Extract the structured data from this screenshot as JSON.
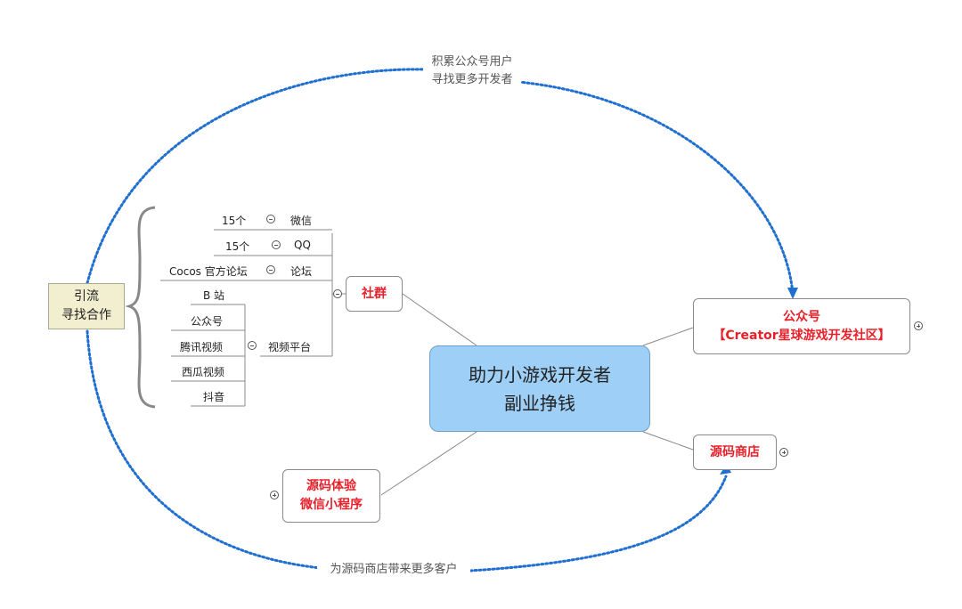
{
  "central": {
    "line1": "助力小游戏开发者",
    "line2": "副业挣钱"
  },
  "nodes": {
    "shequn": "社群",
    "gongzhonghao_line1": "公众号",
    "gongzhonghao_line2": "【Creator星球游戏开发社区】",
    "yuanma_shangdian": "源码商店",
    "yuanma_tiyan_line1": "源码体验",
    "yuanma_tiyan_line2": "微信小程序",
    "yinliu_line1": "引流",
    "yinliu_line2": "寻找合作"
  },
  "branches": {
    "weixin": "微信",
    "weixin_count": "15个",
    "qq": "QQ",
    "qq_count": "15个",
    "luntan": "论坛",
    "luntan_detail": "Cocos 官方论坛",
    "shipin": "视频平台",
    "bilibili": "B 站",
    "gongzhonghao": "公众号",
    "tengxun": "腾讯视频",
    "xigua": "西瓜视频",
    "douyin": "抖音"
  },
  "arrows": {
    "top_line1": "积累公众号用户",
    "top_line2": "寻找更多开发者",
    "bottom": "为源码商店带来更多客户"
  },
  "colors": {
    "central_fill": "#9ecff7",
    "accent_red": "#e8202a",
    "arrow_blue": "#1f6fd1",
    "yinliu_fill": "#f1efcf"
  }
}
